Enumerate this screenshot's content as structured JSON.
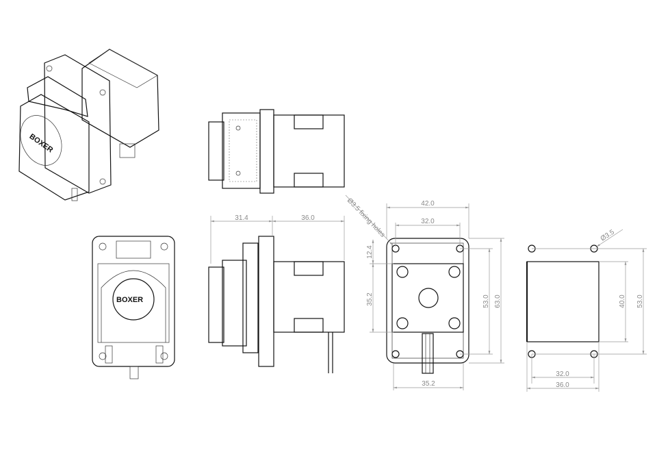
{
  "brand_logo": "BOXER",
  "dimensions": {
    "side_body_depth": "31.4",
    "side_motor_depth": "36.0",
    "face_width": "42.0",
    "hole_spacing_top": "32.0",
    "hole_offset": "12.4",
    "motor_face": "35.2",
    "hole_spacing_vertical": "53.0",
    "face_height": "63.0",
    "bottom_width": "35.2",
    "fixing_holes_note": "Ø3.5 fixing holes",
    "cutout_hole_diameter": "Ø3.5",
    "cutout_height": "40.0",
    "cutout_hole_vertical": "53.0",
    "cutout_hole_spacing": "32.0",
    "cutout_width": "36.0"
  }
}
